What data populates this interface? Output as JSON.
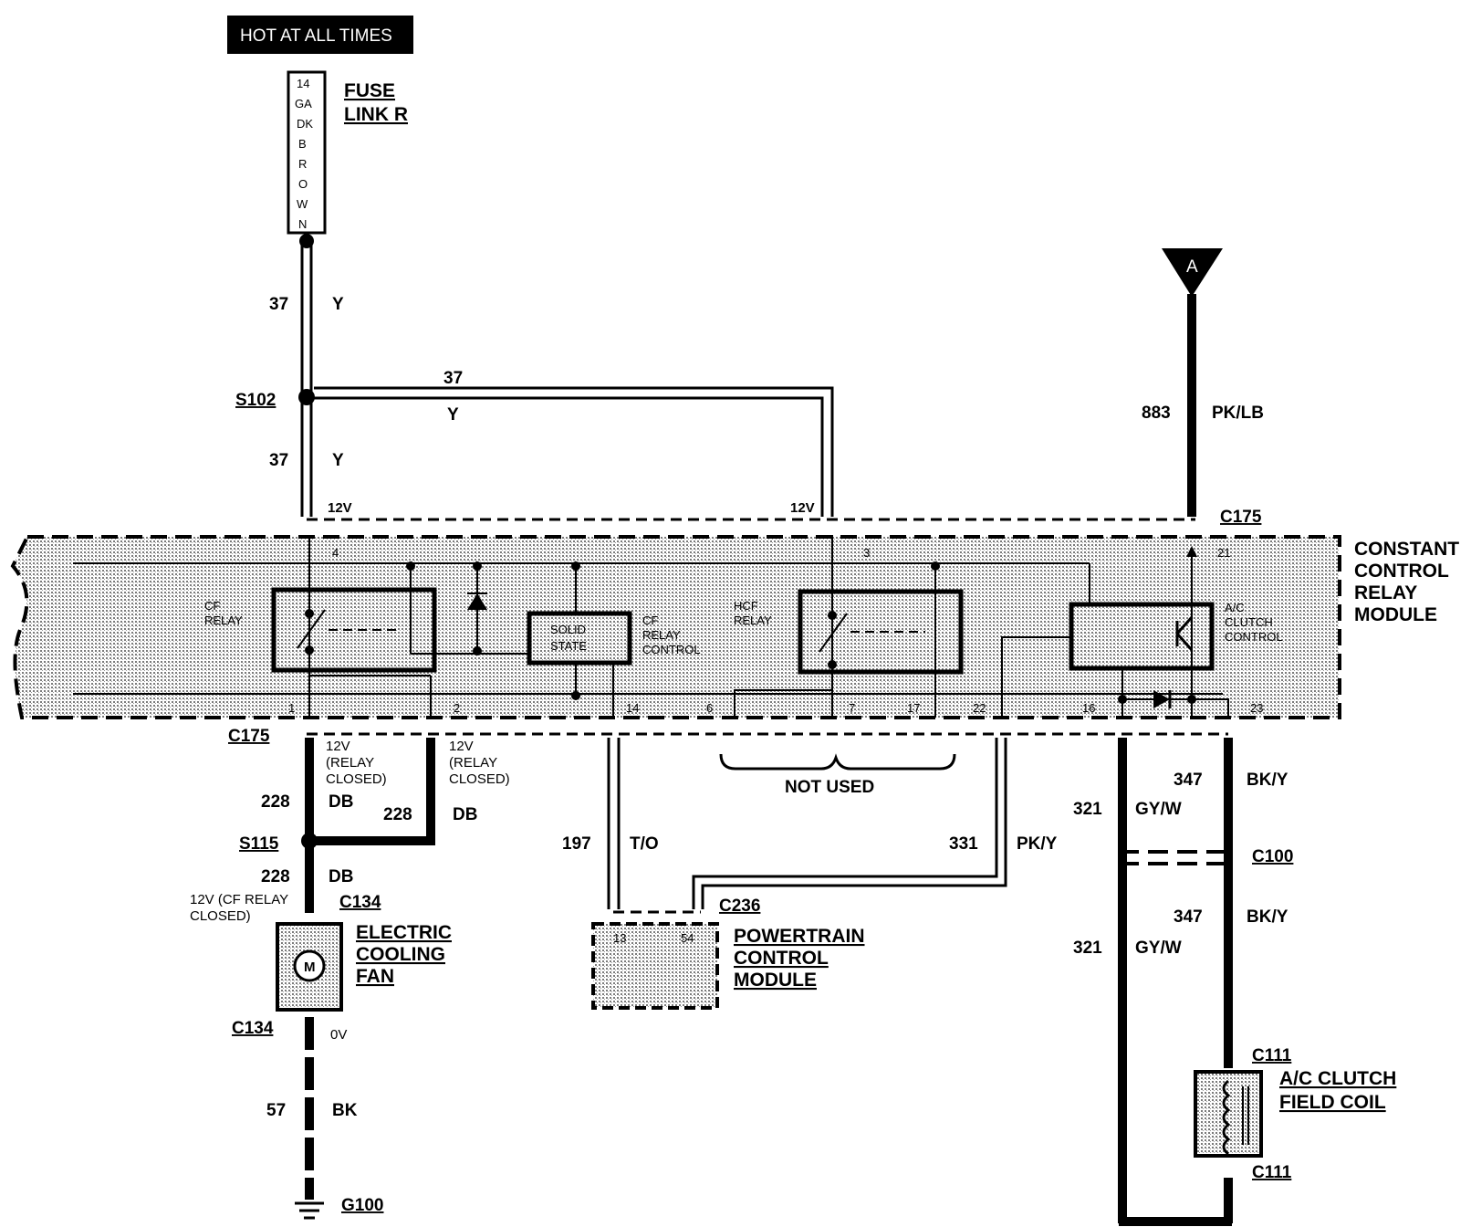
{
  "power": {
    "banner": "HOT AT ALL TIMES",
    "fuse_text": [
      "14",
      "GA",
      "DK",
      "B",
      "R",
      "O",
      "W",
      "N"
    ],
    "fuse_name": [
      "FUSE",
      "LINK R"
    ],
    "ref_a": "A"
  },
  "wires": {
    "w37_upper": "37",
    "w37_upper_color": "Y",
    "w37_branch": "37",
    "w37_branch_color": "Y",
    "w37_lower": "37",
    "w37_lower_color": "Y",
    "w883": "883",
    "w883_color": "PK/LB",
    "w228_a": "228",
    "w228_a_color": "DB",
    "w228_b": "228",
    "w228_b_color": "DB",
    "w228_c": "228",
    "w228_c_color": "DB",
    "w57": "57",
    "w57_color": "BK",
    "w197": "197",
    "w197_color": "T/O",
    "w331": "331",
    "w331_color": "PK/Y",
    "w347_a": "347",
    "w347_a_color": "BK/Y",
    "w321_a": "321",
    "w321_a_color": "GY/W",
    "w347_b": "347",
    "w347_b_color": "BK/Y",
    "w321_b": "321",
    "w321_b_color": "GY/W"
  },
  "splices": {
    "s102": "S102",
    "s115": "S115"
  },
  "connectors": {
    "c175_top": "C175",
    "c175_bottom": "C175",
    "c134_top": "C134",
    "c134_bottom": "C134",
    "c236": "C236",
    "c100": "C100",
    "c111_top": "C111",
    "c111_bottom": "C111",
    "g100": "G100"
  },
  "voltages": {
    "v12_left": "12V",
    "v12_right": "12V",
    "relay_closed_1": [
      "12V",
      "(RELAY",
      "CLOSED)"
    ],
    "relay_closed_2": [
      "12V",
      "(RELAY",
      "CLOSED)"
    ],
    "cf_relay_closed": [
      "12V (CF RELAY",
      "CLOSED)"
    ],
    "v0": "0V"
  },
  "module": {
    "name": [
      "CONSTANT",
      "CONTROL",
      "RELAY",
      "MODULE"
    ],
    "cf_relay": [
      "CF",
      "RELAY"
    ],
    "hcf_relay": [
      "HCF",
      "RELAY"
    ],
    "solid_state": [
      "SOLID",
      "STATE"
    ],
    "cf_relay_control": [
      "CF",
      "RELAY",
      "CONTROL"
    ],
    "ac_clutch_control": [
      "A/C",
      "CLUTCH",
      "CONTROL"
    ],
    "pins_top": {
      "p4": "4",
      "p3": "3",
      "p21": "21"
    },
    "pins_bottom": {
      "p1": "1",
      "p2": "2",
      "p14": "14",
      "p6": "6",
      "p7": "7",
      "p17": "17",
      "p22": "22",
      "p16": "16",
      "p23": "23"
    }
  },
  "not_used": "NOT USED",
  "components": {
    "fan": [
      "ELECTRIC",
      "COOLING",
      "FAN"
    ],
    "fan_symbol": "M",
    "pcm": [
      "POWERTRAIN",
      "CONTROL",
      "MODULE"
    ],
    "pcm_pin_left": "13",
    "pcm_pin_right": "54",
    "clutch": [
      "A/C CLUTCH",
      "FIELD COIL"
    ]
  }
}
